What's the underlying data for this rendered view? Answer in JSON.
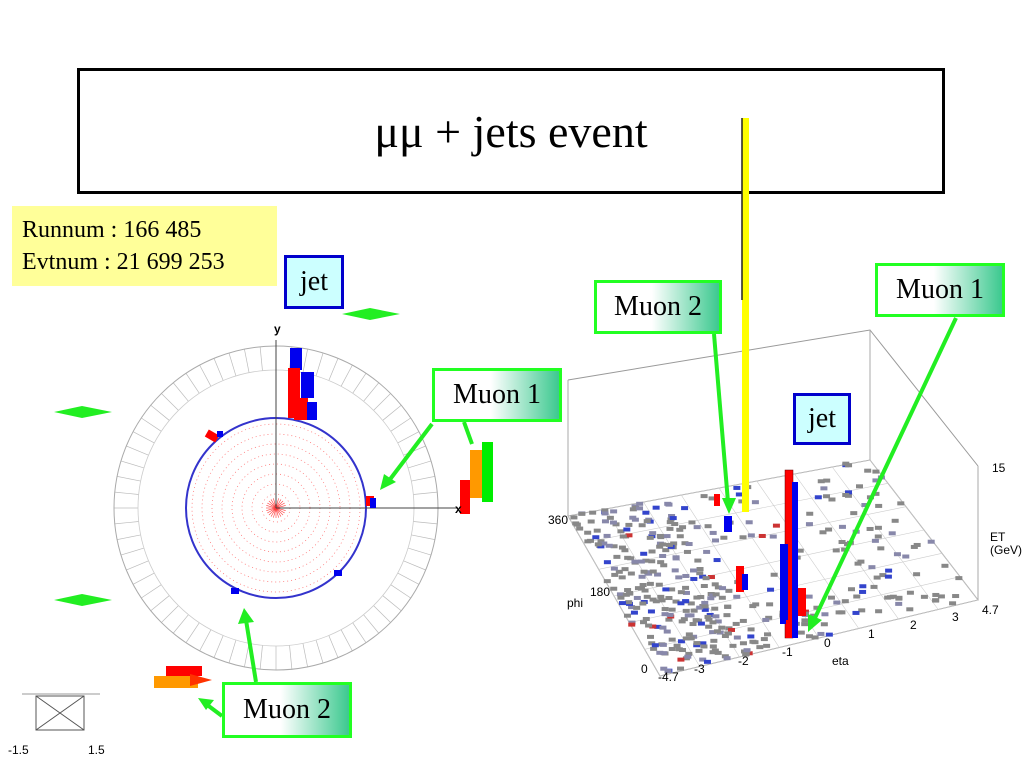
{
  "title": "μμ + jets event",
  "run_info": {
    "runnum": "Runnum : 166 485",
    "evtnum": "Evtnum : 21 699 253"
  },
  "labels": {
    "jet_left": "jet",
    "jet_right": "jet",
    "muon1_left": "Muon 1",
    "muon2_left": "Muon 2",
    "muon1_right": "Muon 1",
    "muon2_right": "Muon 2"
  },
  "xy_view": {
    "axis_y": "y",
    "axis_x": "x",
    "scale_min": "-1.5",
    "scale_max": "1.5"
  },
  "lego_plot": {
    "phi_label": "phi",
    "eta_label": "eta",
    "et_label": "ET",
    "et_unit": "(GeV)",
    "phi_ticks": [
      "360",
      "180",
      "0"
    ],
    "eta_ticks": [
      "-4.7",
      "-3",
      "-2",
      "-1",
      "0",
      "1",
      "2",
      "3",
      "4.7"
    ],
    "et_ticks": [
      "15"
    ]
  },
  "colors": {
    "arrow": "#22ee22",
    "em": "#ff0000",
    "had": "#0000ff",
    "muon_hit": "#ff9900",
    "highlight": "#ffff00"
  }
}
